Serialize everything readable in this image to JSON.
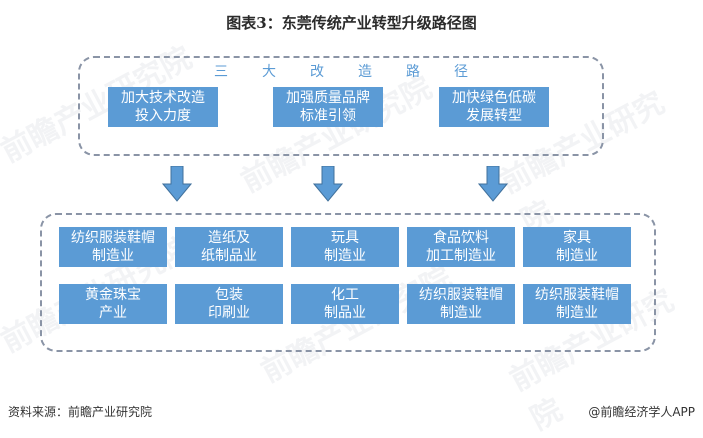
{
  "title": "图表3：东莞传统产业转型升级路径图",
  "top_section": {
    "label_chars": [
      "三",
      "大",
      "改",
      "造",
      "路",
      "径"
    ],
    "boxes": [
      "加大技术改造\n投入力度",
      "加强质量品牌\n标准引领",
      "加快绿色低碳\n发展转型"
    ]
  },
  "industries": [
    "纺织服装鞋帽\n制造业",
    "造纸及\n纸制品业",
    "玩具\n制造业",
    "食品饮料\n加工制造业",
    "家具\n制造业",
    "黄金珠宝\n产业",
    "包装\n印刷业",
    "化工\n制品业",
    "纺织服装鞋帽\n制造业",
    "纺织服装鞋帽\n制造业"
  ],
  "footer": {
    "source": "资料来源：前瞻产业研究院",
    "credit": "@前瞻经济学人APP"
  },
  "watermark": "前瞻产业研究院",
  "colors": {
    "box": "#5b9bd5",
    "arrow": "#5b9bd5",
    "border": "#8a94a6"
  }
}
